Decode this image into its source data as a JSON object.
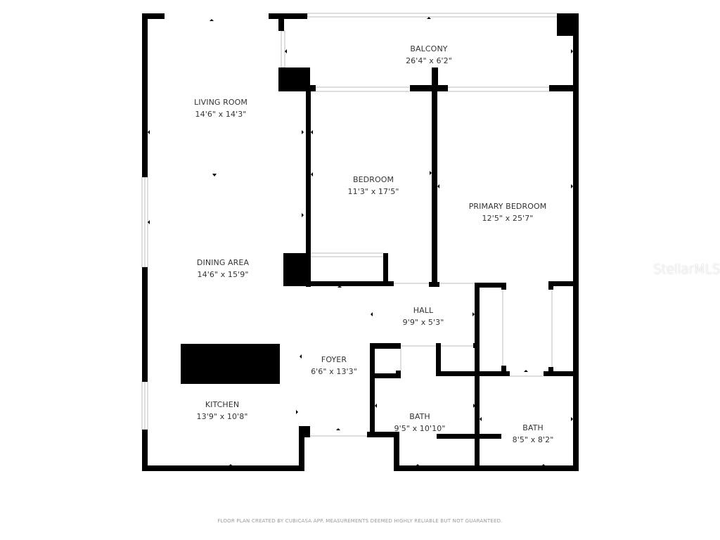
{
  "plan": {
    "rooms": [
      {
        "id": "balcony",
        "name": "BALCONY",
        "dimensions": "26'4\" x 6'2\""
      },
      {
        "id": "living-room",
        "name": "LIVING ROOM",
        "dimensions": "14'6\" x 14'3\""
      },
      {
        "id": "bedroom",
        "name": "BEDROOM",
        "dimensions": "11'3\" x 17'5\""
      },
      {
        "id": "primary-bedroom",
        "name": "PRIMARY BEDROOM",
        "dimensions": "12'5\" x 25'7\""
      },
      {
        "id": "dining-area",
        "name": "DINING AREA",
        "dimensions": "14'6\" x 15'9\""
      },
      {
        "id": "hall",
        "name": "HALL",
        "dimensions": "9'9\" x 5'3\""
      },
      {
        "id": "foyer",
        "name": "FOYER",
        "dimensions": "6'6\" x 13'3\""
      },
      {
        "id": "kitchen",
        "name": "KITCHEN",
        "dimensions": "13'9\" x 10'8\""
      },
      {
        "id": "bath-1",
        "name": "BATH",
        "dimensions": "9'5\" x 10'10\""
      },
      {
        "id": "bath-2",
        "name": "BATH",
        "dimensions": "8'5\" x 8'2\""
      }
    ],
    "wall_color": "#000000",
    "window_color": "#bdbdbd"
  },
  "watermark": "StellarMLS",
  "footer": "FLOOR PLAN CREATED BY CUBICASA APP. MEASUREMENTS DEEMED HIGHLY RELIABLE BUT NOT GUARANTEED."
}
